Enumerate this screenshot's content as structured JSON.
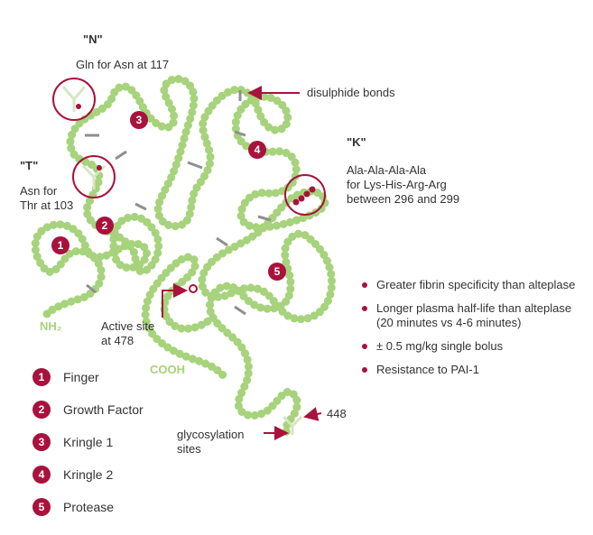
{
  "colors": {
    "chain": "#a6d37c",
    "accent": "#a8123c",
    "bond": "#8f8f8f",
    "text": "#333333"
  },
  "mutations": {
    "n": {
      "title": "\"N\"",
      "desc": "Gln for Asn at 117"
    },
    "t": {
      "title": "\"T\"",
      "desc": "Asn for\nThr at 103"
    },
    "k": {
      "title": "\"K\"",
      "desc": "Ala-Ala-Ala-Ala\nfor Lys-His-Arg-Arg\nbetween 296 and 299"
    }
  },
  "annotations": {
    "disulphide": "disulphide bonds",
    "active_site": "Active site\nat 478",
    "glycosylation": "glycosylation\nsites",
    "residue_448": "448",
    "nh2": "NH₂",
    "cooh": "COOH"
  },
  "domains": [
    {
      "number": "1",
      "label": "Finger"
    },
    {
      "number": "2",
      "label": "Growth Factor"
    },
    {
      "number": "3",
      "label": "Kringle 1"
    },
    {
      "number": "4",
      "label": "Kringle 2"
    },
    {
      "number": "5",
      "label": "Protease"
    }
  ],
  "features": [
    "Greater fibrin specificity than alteplase",
    "Longer plasma half-life than alteplase (20 minutes vs 4-6 minutes)",
    "± 0.5 mg/kg single bolus",
    "Resistance to PAI-1"
  ]
}
